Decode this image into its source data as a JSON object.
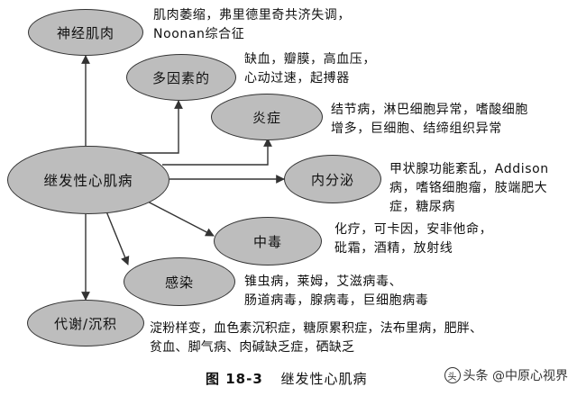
{
  "center": "继发性心肌病",
  "categories": [
    {
      "label": "神经肌肉",
      "desc": "肌肉萎缩，弗里德里奇共济失调，\nNoonan综合征"
    },
    {
      "label": "多因素的",
      "desc": "缺血，瓣膜，高血压，\n心动过速，起搏器"
    },
    {
      "label": "炎症",
      "desc": "结节病，淋巴细胞异常，嗜酸细胞\n增多，巨细胞、结缔组织异常"
    },
    {
      "label": "内分泌",
      "desc": "甲状腺功能紊乱，Addison\n病，嗜铬细胞瘤，肢端肥大\n症，糖尿病"
    },
    {
      "label": "中毒",
      "desc": "化疗，可卡因，安非他命，\n砒霜，酒精，放射线"
    },
    {
      "label": "感染",
      "desc": "锥虫病，莱姆，艾滋病毒、\n肠道病毒，腺病毒，巨细胞病毒"
    },
    {
      "label": "代谢/沉积",
      "desc": "淀粉样变，血色素沉积症，糖原累积症，法布里病，肥胖、\n贫血、脚气病、肉碱缺乏症，硒缺乏"
    }
  ],
  "caption": {
    "figure": "图 18-3",
    "title": "继发性心肌病"
  },
  "watermark": {
    "text": "头条 @中原心视界",
    "logo": "头"
  },
  "colors": {
    "node_fill": "#bdbdbd",
    "line": "#333333"
  }
}
